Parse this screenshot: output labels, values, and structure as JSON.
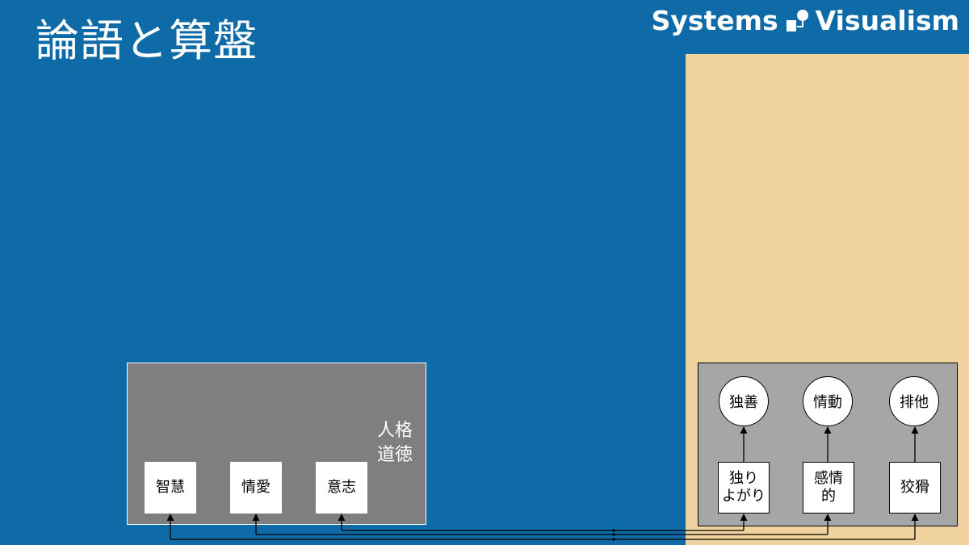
{
  "header": {
    "title": "論語と算盤",
    "brand_left": "Systems",
    "brand_right": "Visualism"
  },
  "left_group": {
    "label_line1": "人格",
    "label_line2": "道徳",
    "nodes": [
      "智慧",
      "情愛",
      "意志"
    ]
  },
  "right_group": {
    "bottom_nodes": [
      {
        "line1": "独り",
        "line2": "よがり"
      },
      {
        "line1": "感情",
        "line2": "的"
      },
      {
        "line1": "狡猾",
        "line2": ""
      }
    ],
    "top_nodes": [
      "独善",
      "情動",
      "排他"
    ]
  },
  "colors": {
    "background": "#0f6aa8",
    "panel": "#f0d29e",
    "left_box": "#7f7f7f",
    "right_box": "#a6a6a6"
  }
}
